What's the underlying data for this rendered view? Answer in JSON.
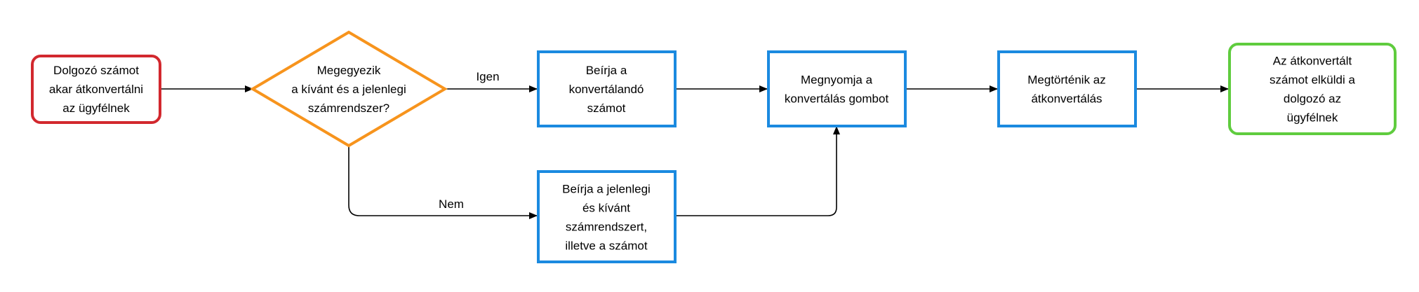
{
  "colors": {
    "start": "#d2282e",
    "decision": "#f7941d",
    "process": "#1b8ae0",
    "end": "#5fcc3e",
    "edge": "#000000"
  },
  "nodes": {
    "start": [
      "Dolgozó számot",
      "akar átkonvertálni",
      "az ügyfélnek"
    ],
    "decision": [
      "Megegyezik",
      "a kívánt és a jelenlegi",
      "számrendszer?"
    ],
    "enter_number": [
      "Beírja a",
      "konvertálandó",
      "számot"
    ],
    "enter_systems": [
      "Beírja a jelenlegi",
      "és kívánt",
      "számrendszert,",
      "illetve a számot"
    ],
    "press_button": [
      "Megnyomja a",
      "konvertálás gombot"
    ],
    "conversion": [
      "Megtörténik az",
      "átkonvertálás"
    ],
    "end": [
      "Az átkonvertált",
      "számot elküldi a",
      "dolgozó az",
      "ügyfélnek"
    ]
  },
  "edge_labels": {
    "yes": "Igen",
    "no": "Nem"
  }
}
